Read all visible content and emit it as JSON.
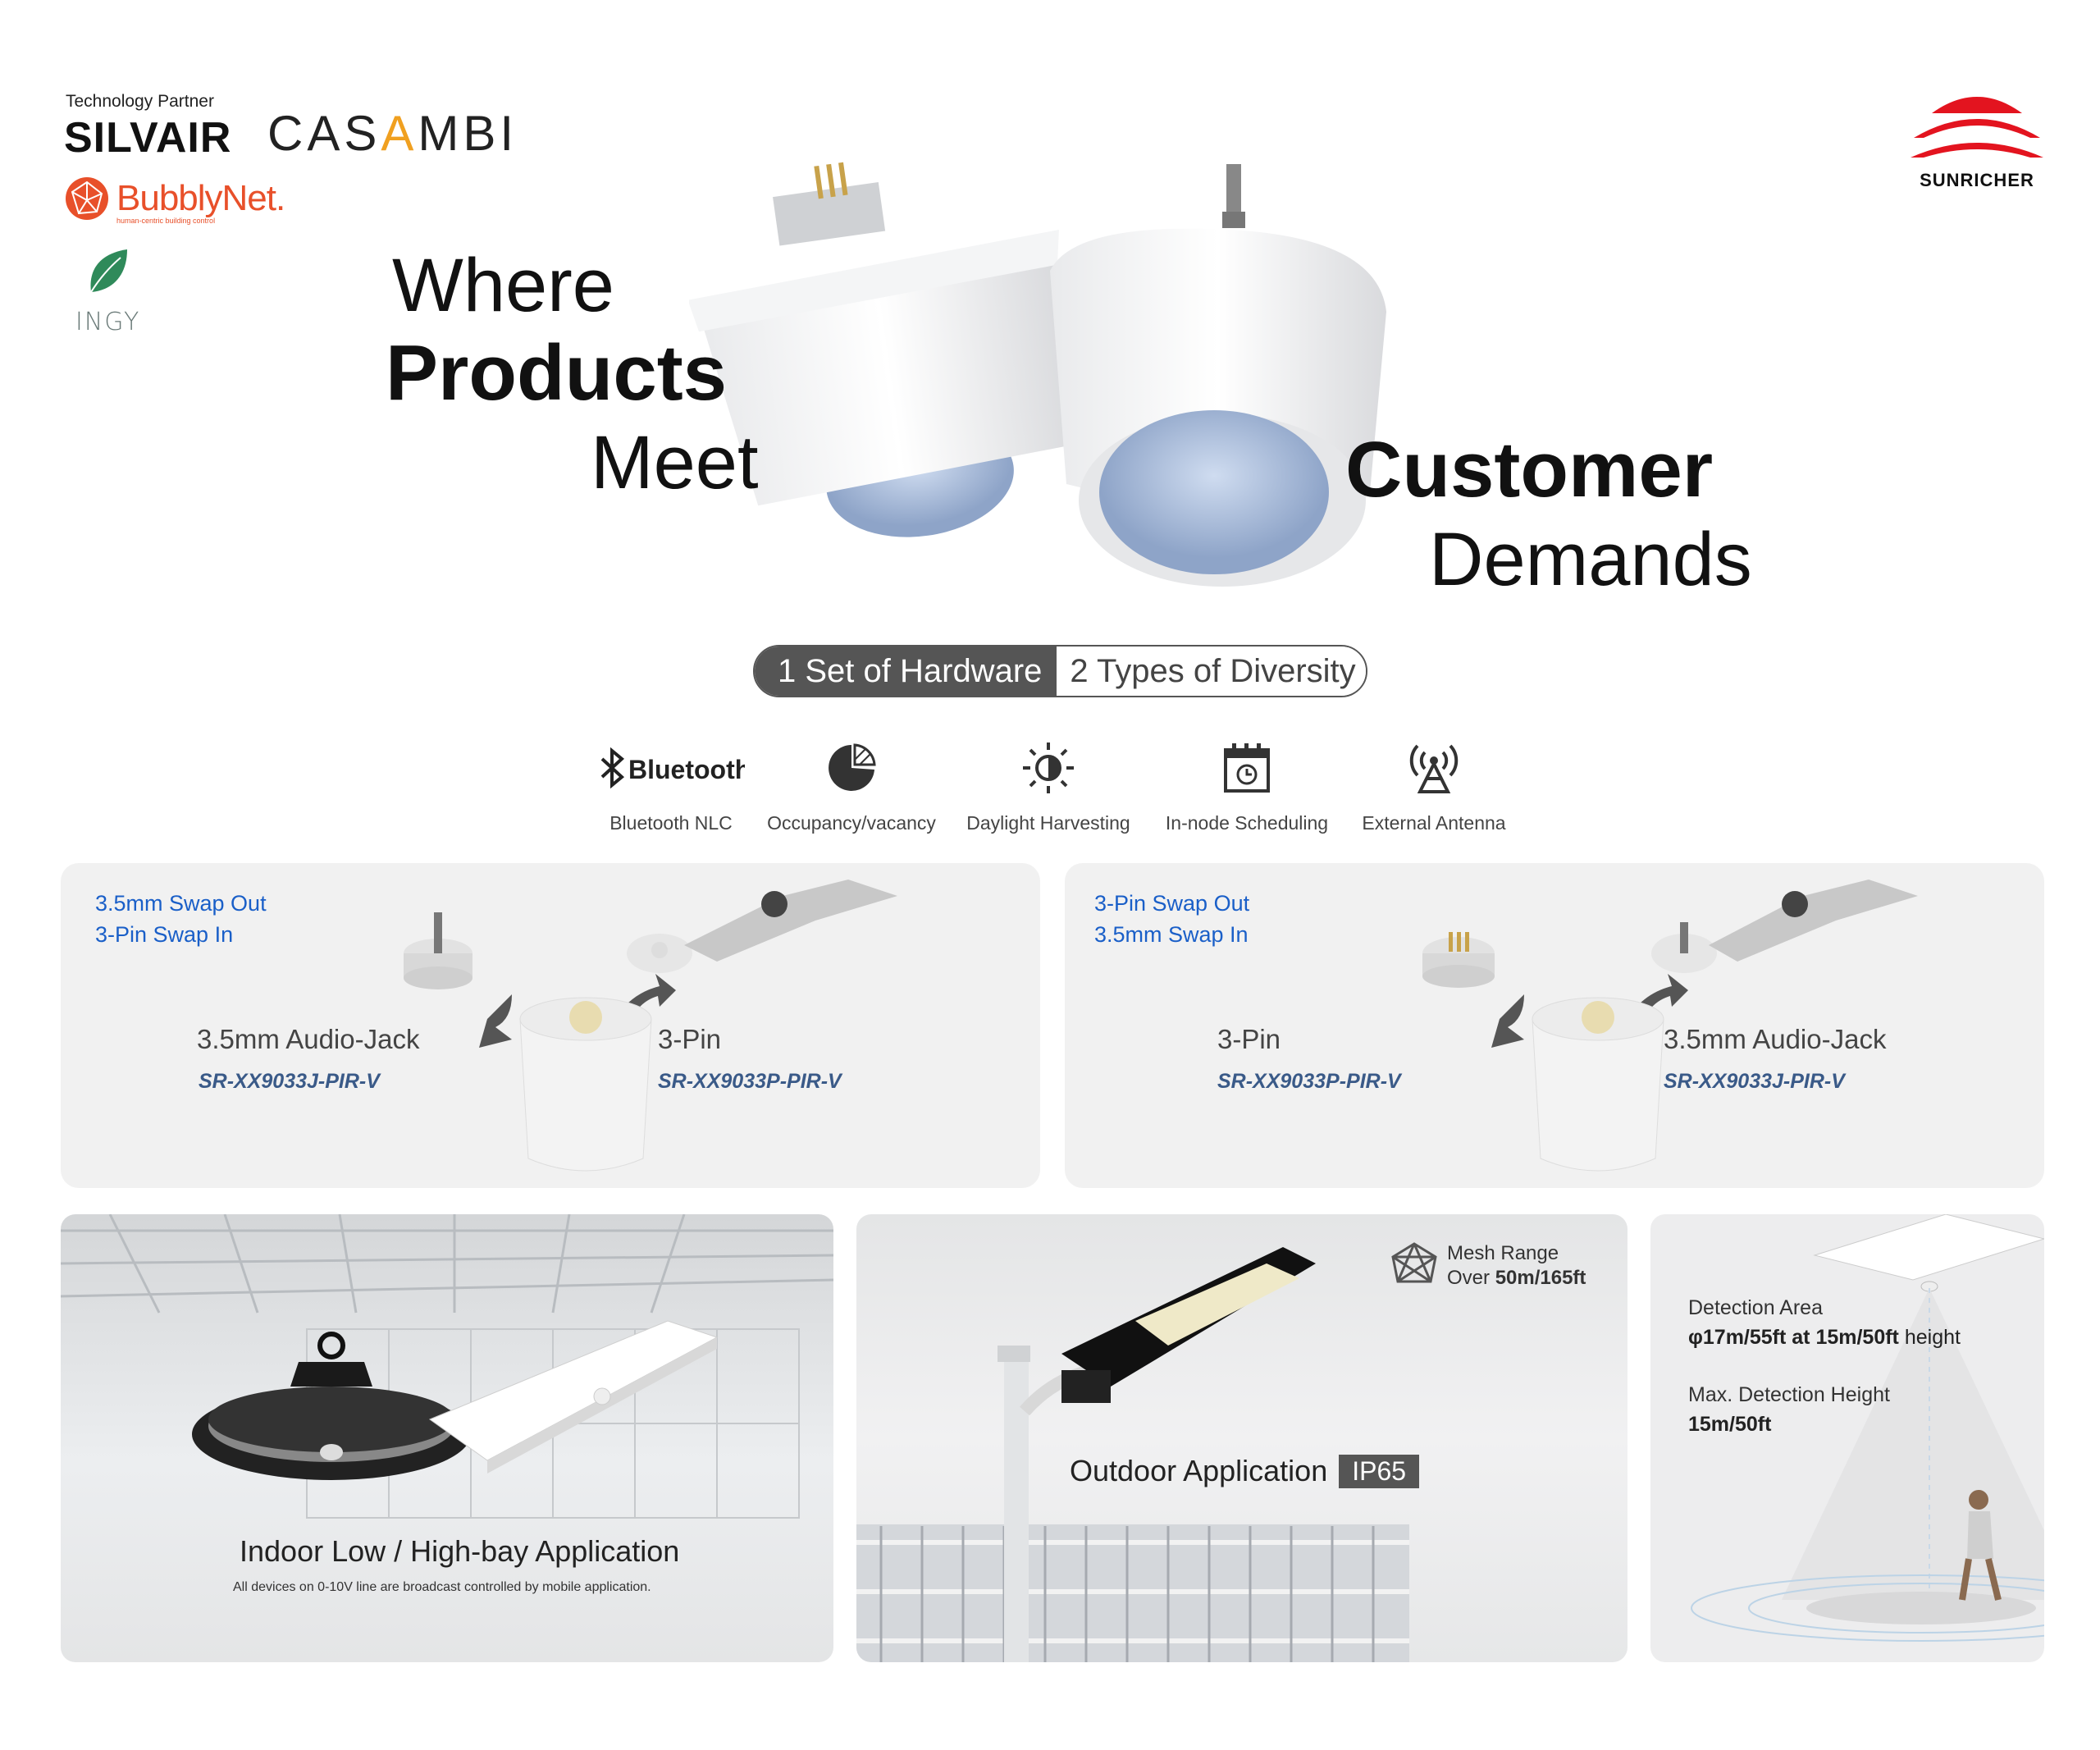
{
  "partners": {
    "tech_label": "Technology Partner",
    "silvair": "SILVAIR",
    "casambi_pre": "CAS",
    "casambi_a": "A",
    "casambi_post": "MBI",
    "bubbly": "BubblyNet.",
    "bubbly_sub": "human-centric building control",
    "ingy": "INGY"
  },
  "brand": {
    "name": "SUNRICHER"
  },
  "headline": {
    "line1": "Where",
    "line2": "Products",
    "line3": "Meet",
    "line4": "Customer",
    "line5": "Demands"
  },
  "pill": {
    "left": "1 Set of Hardware",
    "right": "2 Types of Diversity"
  },
  "features": [
    {
      "icon": "bluetooth-icon",
      "icon_text": "Bluetooth",
      "label": "Bluetooth NLC"
    },
    {
      "icon": "pie-chart-icon",
      "label": "Occupancy/vacancy"
    },
    {
      "icon": "daylight-icon",
      "label": "Daylight Harvesting"
    },
    {
      "icon": "calendar-clock-icon",
      "label": "In-node Scheduling"
    },
    {
      "icon": "antenna-icon",
      "label": "External Antenna"
    }
  ],
  "swap_left": {
    "line1": "3.5mm Swap Out",
    "line2": "3-Pin Swap In",
    "prod_a_name": "3.5mm Audio-Jack",
    "prod_a_code": "SR-XX9033J-PIR-V",
    "prod_b_name": "3-Pin",
    "prod_b_code": "SR-XX9033P-PIR-V"
  },
  "swap_right": {
    "line1": "3-Pin Swap Out",
    "line2": "3.5mm Swap In",
    "prod_a_name": "3-Pin",
    "prod_a_code": "SR-XX9033P-PIR-V",
    "prod_b_name": "3.5mm Audio-Jack",
    "prod_b_code": "SR-XX9033J-PIR-V"
  },
  "applications": {
    "indoor_title": "Indoor Low / High-bay Application",
    "indoor_sub": "All devices on 0-10V line are broadcast controlled by mobile application.",
    "outdoor_title": "Outdoor Application",
    "outdoor_badge": "IP65",
    "mesh_label": "Mesh Range",
    "mesh_over": "Over",
    "mesh_value": "50m/165ft",
    "detect_label": "Detection Area",
    "detect_value": "φ17m/55ft at 15m/50ft",
    "detect_suffix": "height",
    "max_label": "Max. Detection Height",
    "max_value": "15m/50ft"
  },
  "colors": {
    "brand_red": "#e3141f",
    "swap_blue": "#1a5fc8",
    "code_blue": "#3a5a88"
  }
}
